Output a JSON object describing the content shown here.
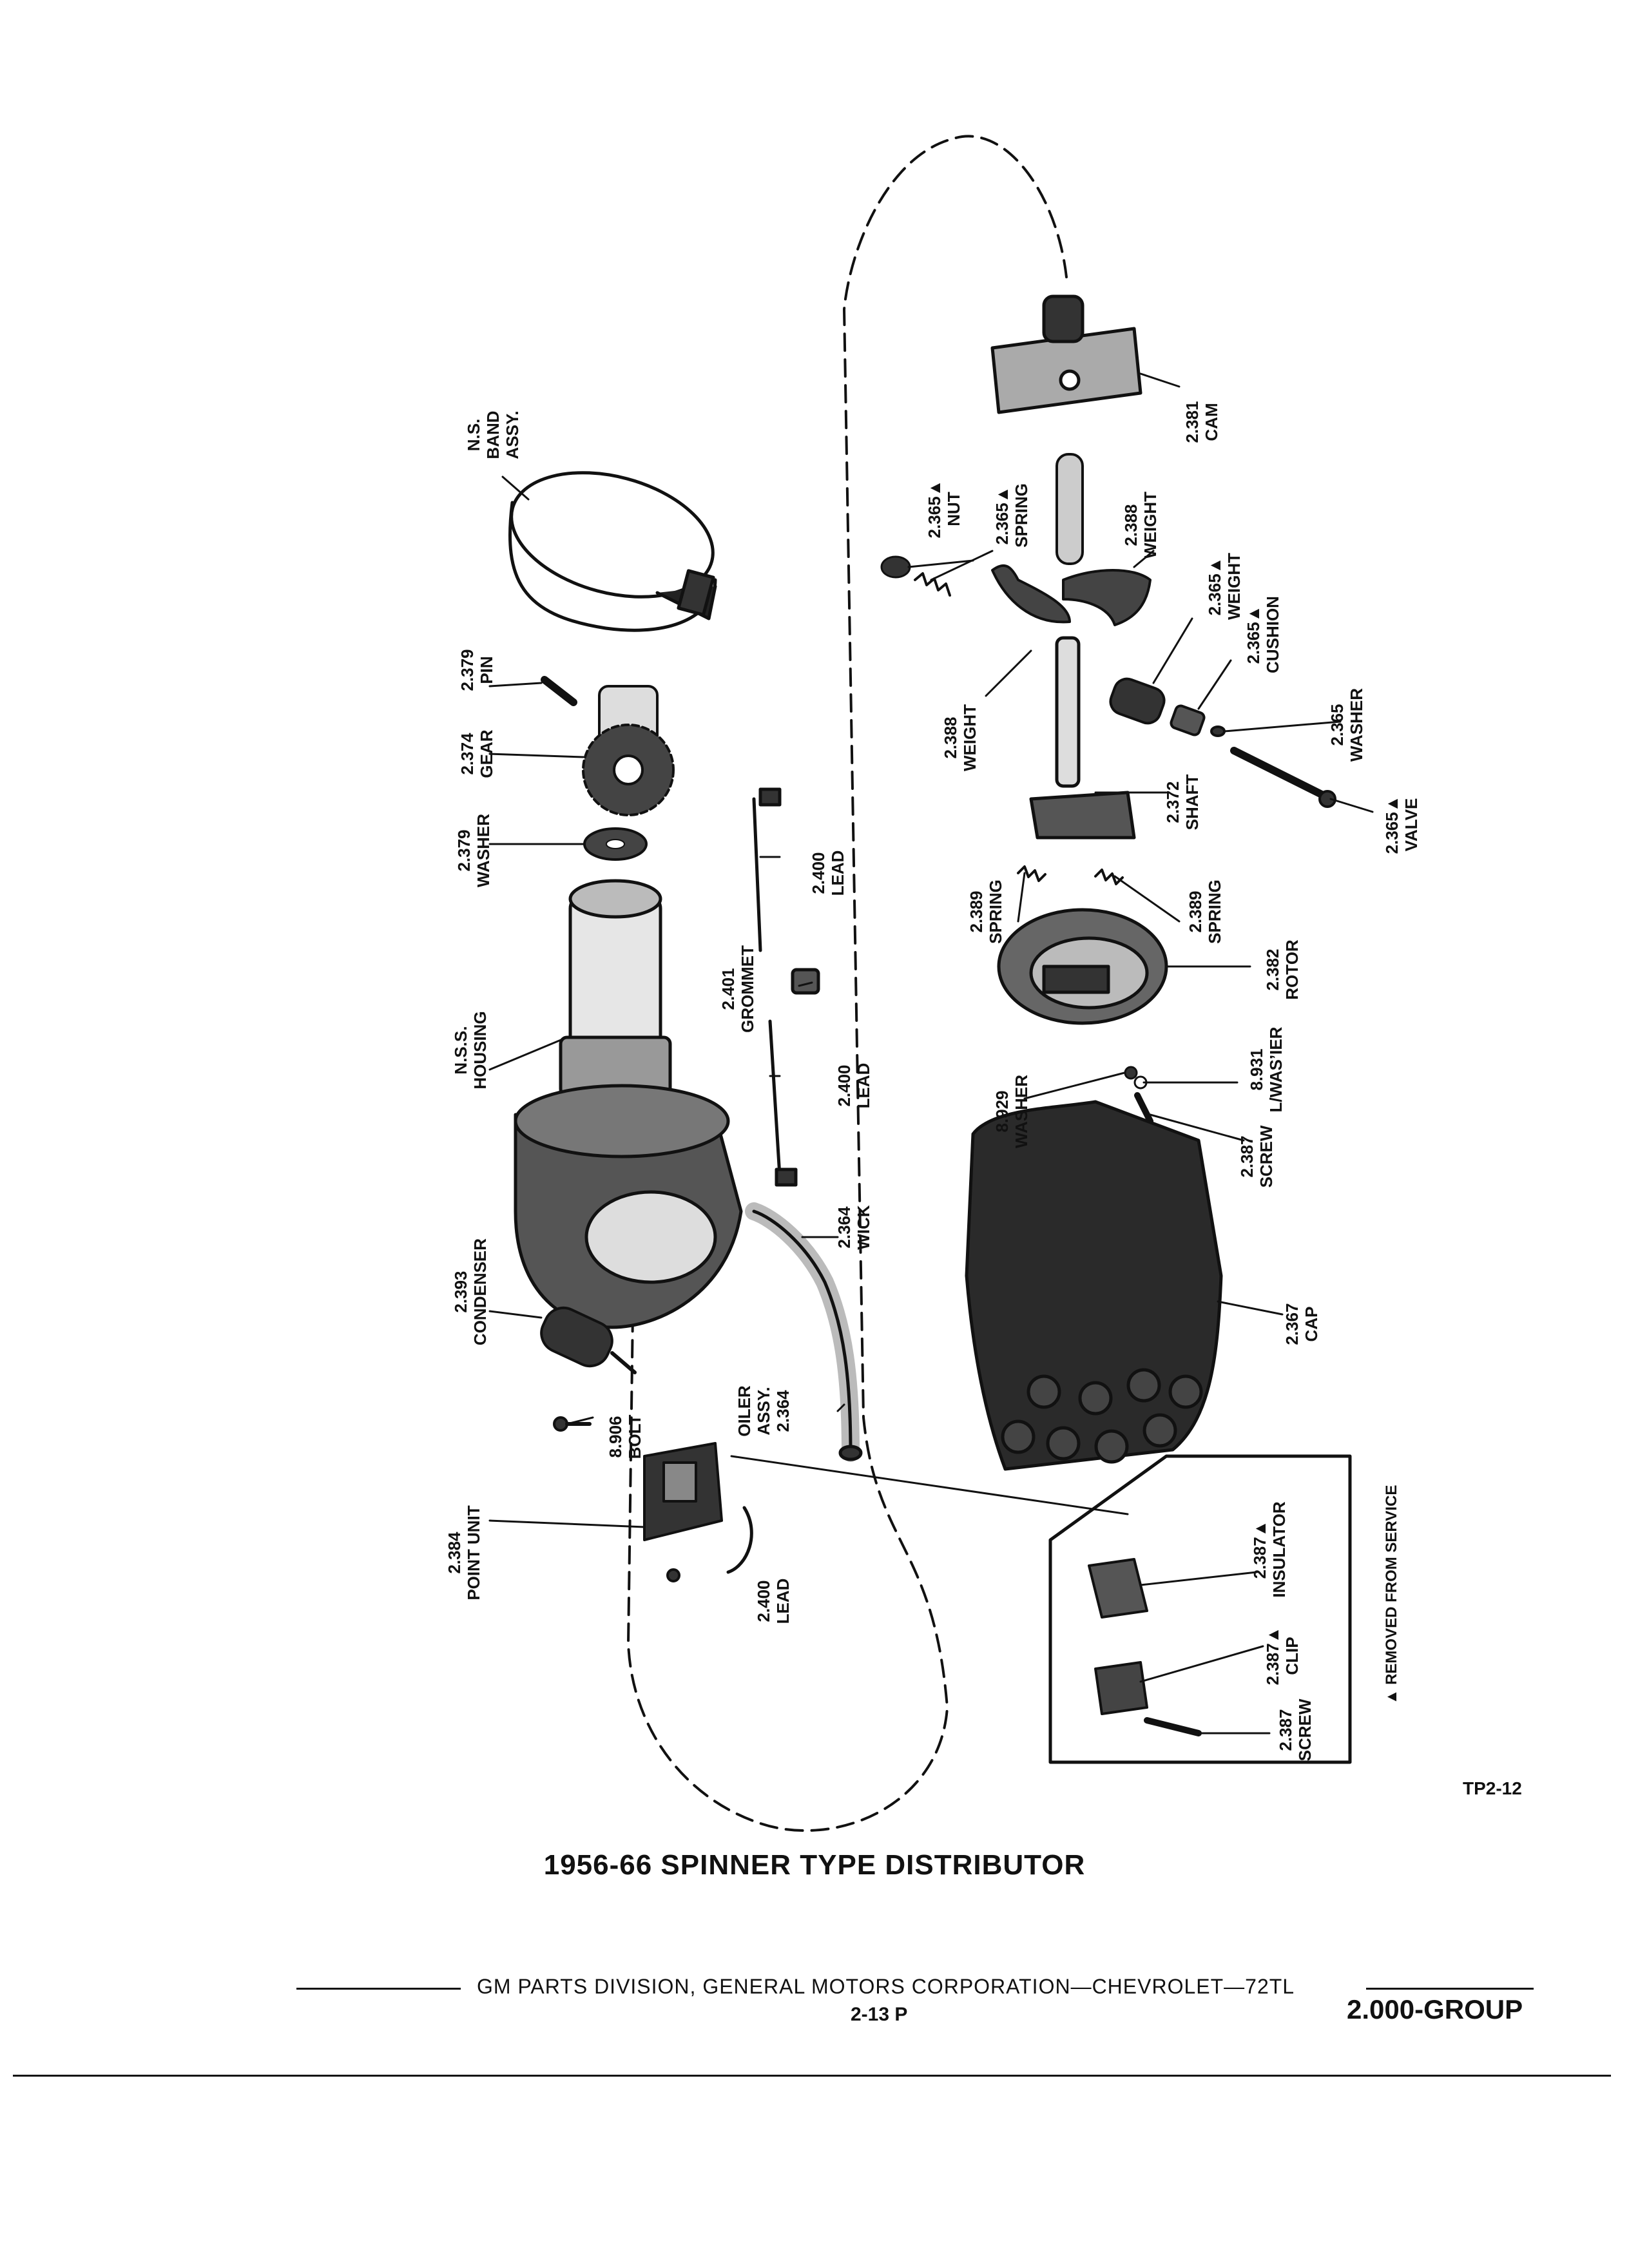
{
  "title": "1956-66 SPINNER TYPE DISTRIBUTOR",
  "figure_id": "TP2-12",
  "footer": {
    "publisher": "GM PARTS DIVISION, GENERAL MOTORS CORPORATION—CHEVROLET—72TL",
    "page": "2-13 P",
    "group": "2.000-GROUP"
  },
  "inset_note": "▲ REMOVED FROM SERVICE",
  "labels": {
    "band": [
      "N.S.",
      "BAND",
      "ASSY."
    ],
    "pin": [
      "2.379",
      "PIN"
    ],
    "gear": [
      "2.374",
      "GEAR"
    ],
    "washer_2379": [
      "2.379",
      "WASHER"
    ],
    "housing": [
      "N.S.S.",
      "HOUSING"
    ],
    "condenser": [
      "2.393",
      "CONDENSER"
    ],
    "bolt": [
      "8.906",
      "BOLT"
    ],
    "point_unit": [
      "2.384",
      "POINT UNIT"
    ],
    "lead_point": [
      "2.400",
      "LEAD"
    ],
    "oiler": [
      "OILER",
      "ASSY.",
      "2.364"
    ],
    "wick": [
      "2.364",
      "WICK"
    ],
    "lead_lower": [
      "2.400",
      "LEAD"
    ],
    "grommet": [
      "2.401",
      "GROMMET"
    ],
    "lead_upper": [
      "2.400",
      "LEAD"
    ],
    "nut": [
      "2.365▲",
      "NUT"
    ],
    "spring_365": [
      "2.365▲",
      "SPRING"
    ],
    "weight_left": [
      "2.388",
      "WEIGHT"
    ],
    "weight_right": [
      "2.388",
      "WEIGHT"
    ],
    "cam": [
      "2.381",
      "CAM"
    ],
    "weight_365": [
      "2.365▲",
      "WEIGHT"
    ],
    "cushion": [
      "2.365▲",
      "CUSHION"
    ],
    "washer_365": [
      "2.365",
      "WASHER"
    ],
    "valve": [
      "2.365▲",
      "VALVE"
    ],
    "shaft": [
      "2.372",
      "SHAFT"
    ],
    "spring_left": [
      "2.389",
      "SPRING"
    ],
    "spring_right": [
      "2.389",
      "SPRING"
    ],
    "rotor": [
      "2.382",
      "ROTOR"
    ],
    "washer_8929": [
      "8.929",
      "WASHER"
    ],
    "lockwasher": [
      "8.931",
      "L/WAS’IER"
    ],
    "screw_387": [
      "2.387",
      "SCREW"
    ],
    "cap": [
      "2.367",
      "CAP"
    ],
    "insulator": [
      "2.387▲",
      "INSULATOR"
    ],
    "clip": [
      "2.387▲",
      "CLIP"
    ],
    "screw_inset": [
      "2.387",
      "SCREW"
    ]
  }
}
